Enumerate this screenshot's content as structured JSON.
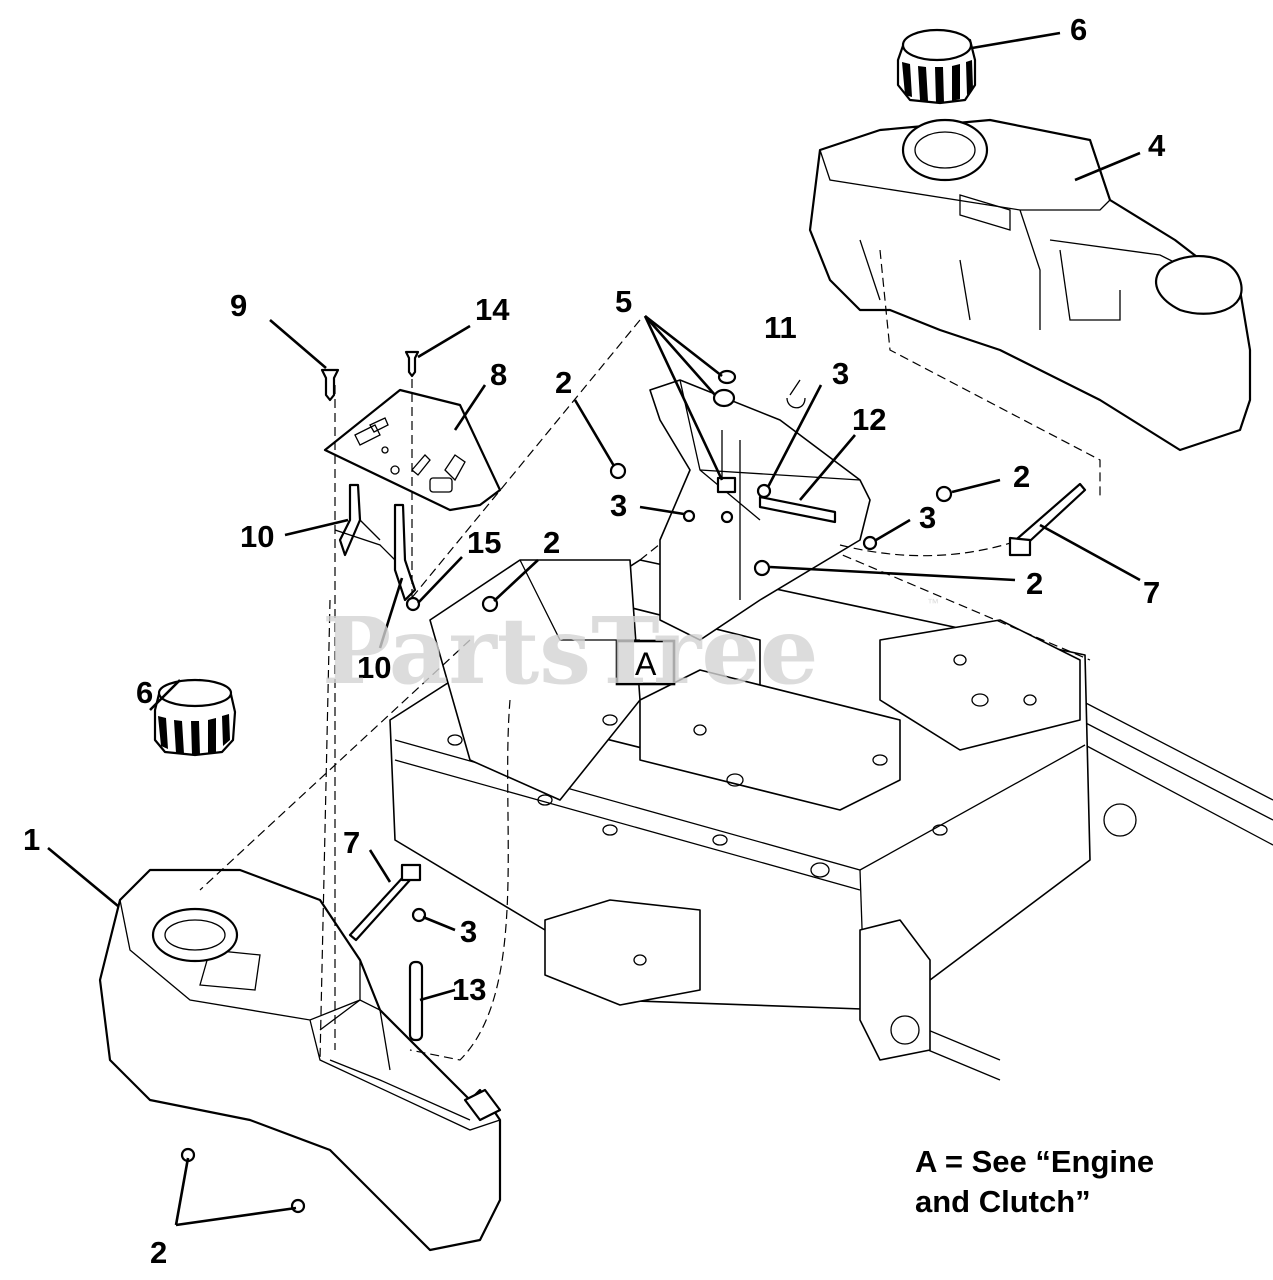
{
  "callouts": {
    "c1": "1",
    "c2_a": "2",
    "c2_b": "2",
    "c2_c": "2",
    "c2_d": "2",
    "c2_e": "2",
    "c3_a": "3",
    "c3_b": "3",
    "c3_c": "3",
    "c3_d": "3",
    "c4": "4",
    "c5": "5",
    "c6_a": "6",
    "c6_b": "6",
    "c7_a": "7",
    "c7_b": "7",
    "c8": "8",
    "c9": "9",
    "c10_a": "10",
    "c10_b": "10",
    "c11": "11",
    "c12": "12",
    "c13": "13",
    "c14": "14",
    "c15": "15"
  },
  "reference_box": {
    "label": "A"
  },
  "note": {
    "line1": "A = See “Engine",
    "line2": "and Clutch”"
  },
  "watermark": {
    "text": "PartsTree",
    "mark": "™"
  }
}
